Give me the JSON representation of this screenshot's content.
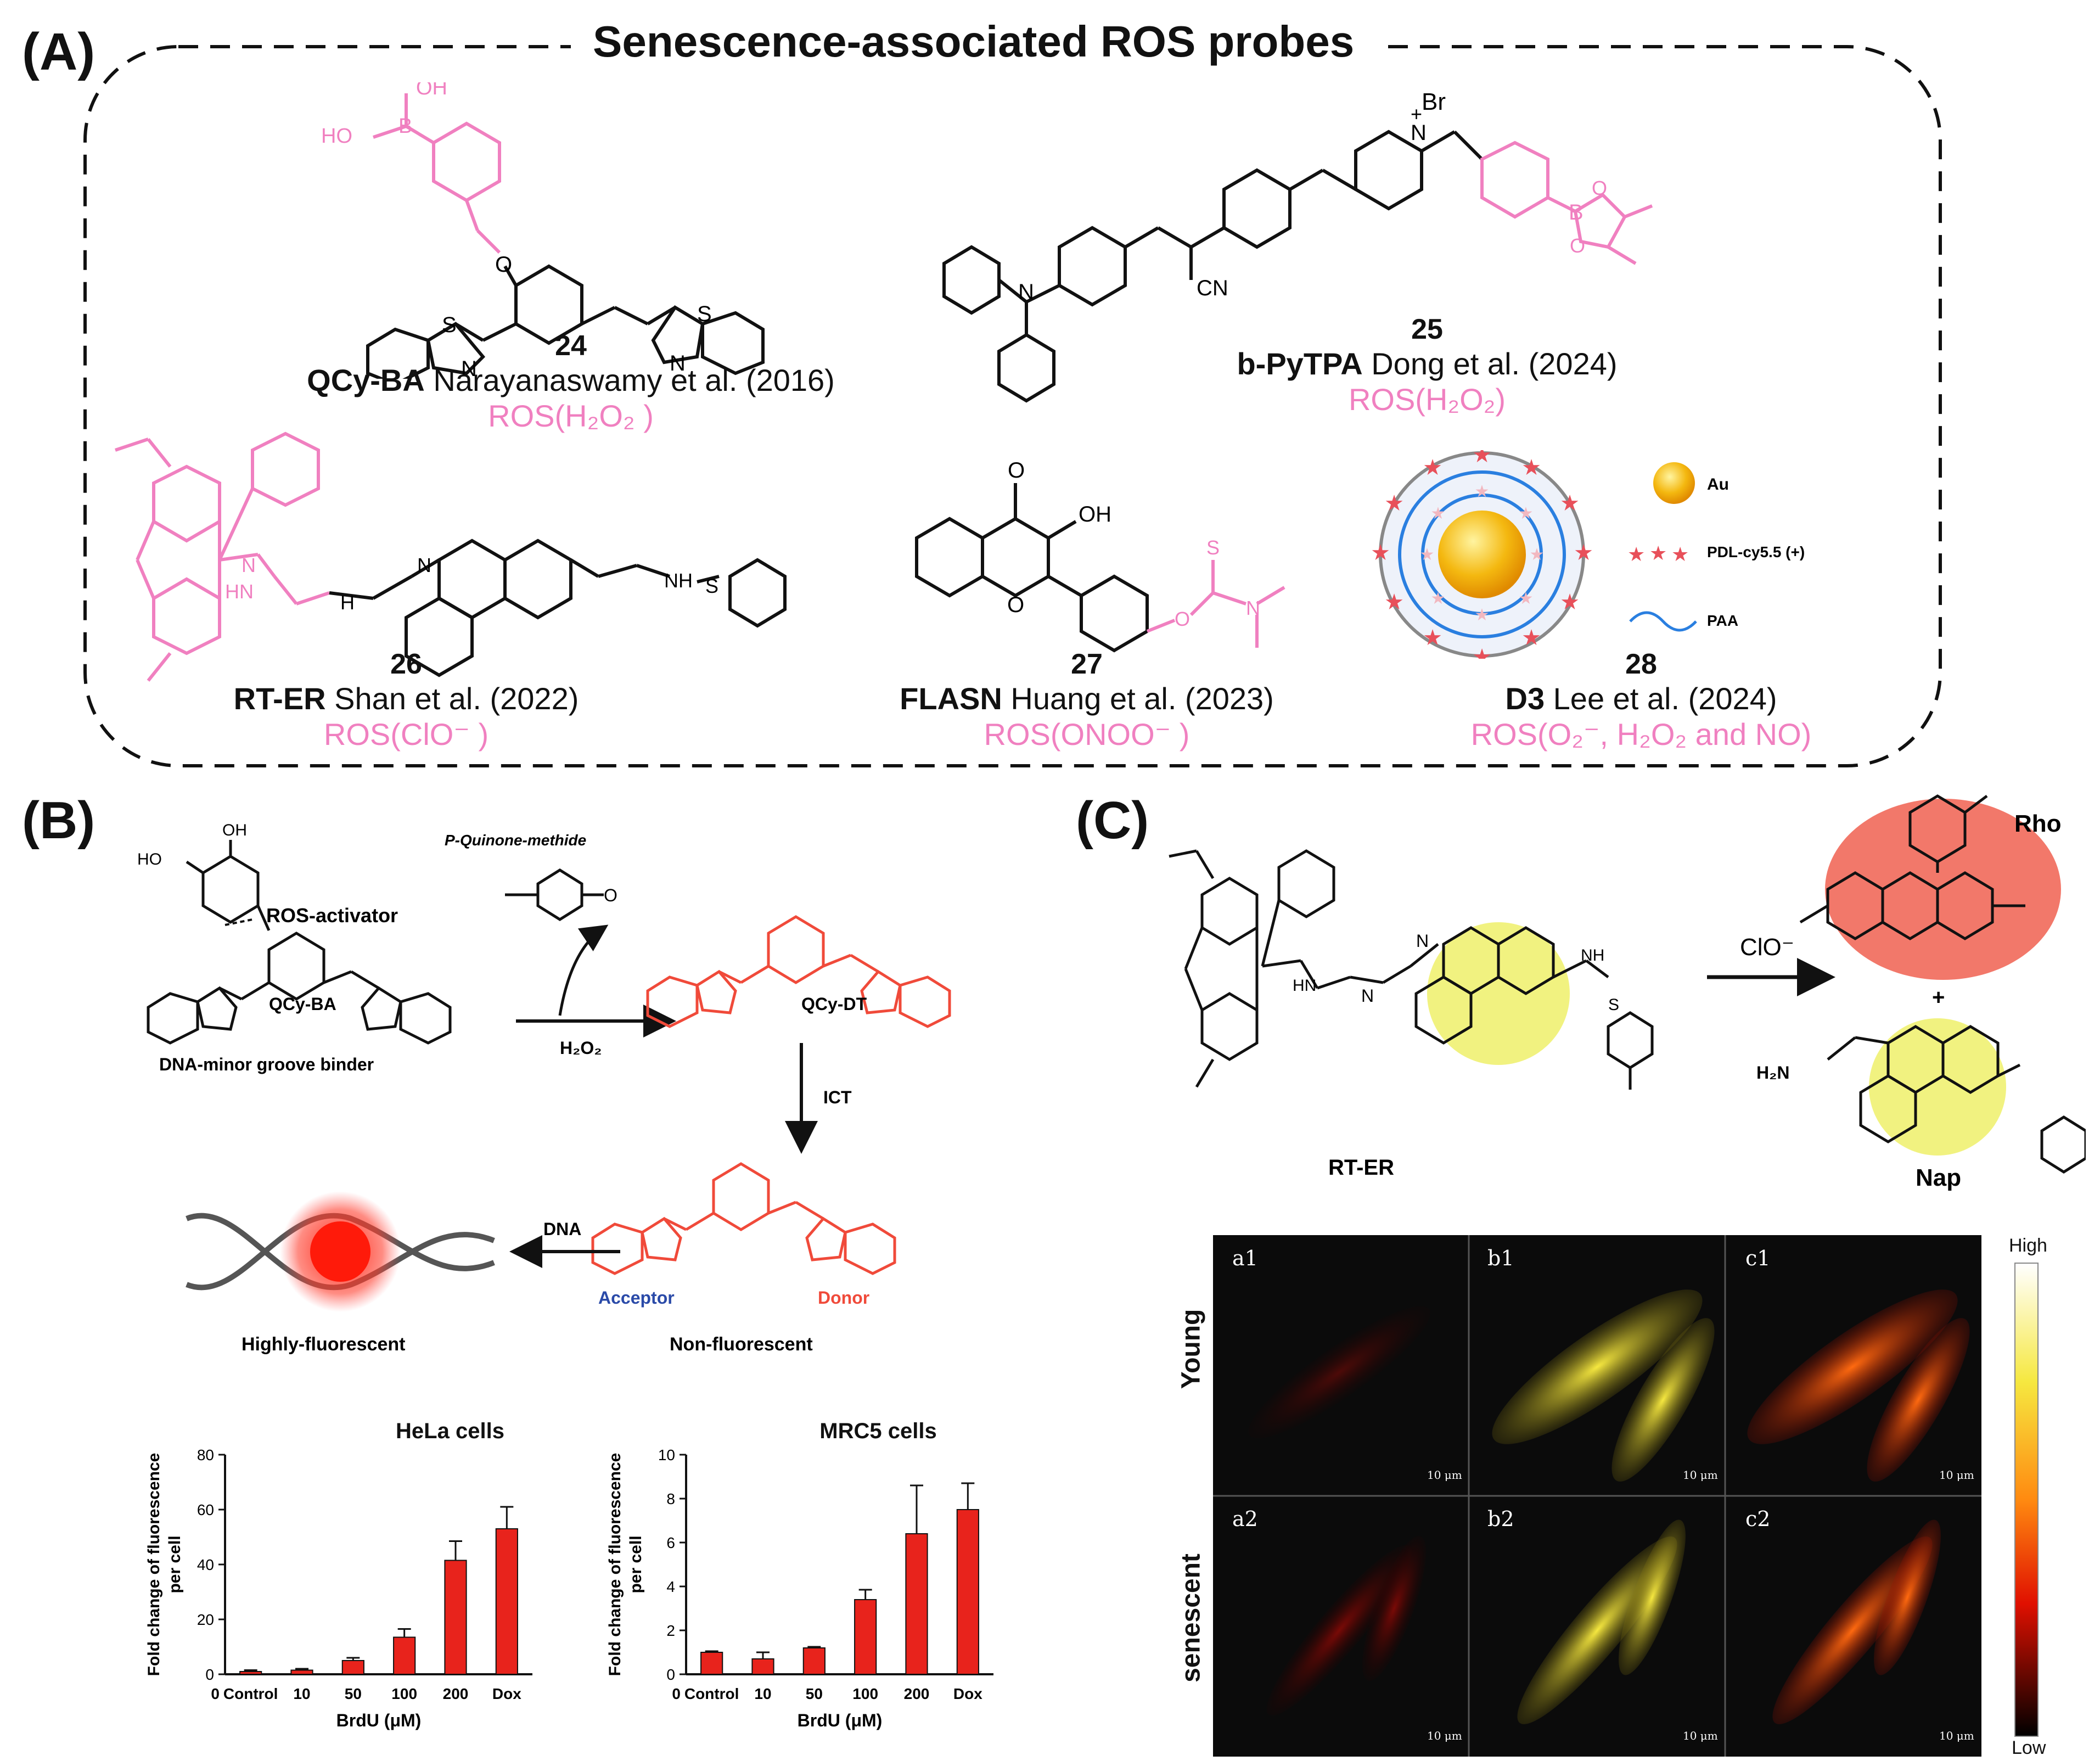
{
  "panels": {
    "a": "(A)",
    "b": "(B)",
    "c": "(C)"
  },
  "panel_a": {
    "title": "Senescence-associated ROS probes",
    "probes": [
      {
        "num": "24",
        "name": "QCy-BA",
        "ref": " Narayanaswamy et al. (2016)",
        "ros": "ROS(H₂O₂ )"
      },
      {
        "num": "25",
        "name": "b-PyTPA",
        "ref": " Dong et al. (2024)",
        "ros": "ROS(H₂O₂)"
      },
      {
        "num": "26",
        "name": "RT-ER",
        "ref": " Shan et al. (2022)",
        "ros": "ROS(ClO⁻ )"
      },
      {
        "num": "27",
        "name": "FLASN",
        "ref": " Huang et al. (2023)",
        "ros": "ROS(ONOO⁻ )"
      },
      {
        "num": "28",
        "name": "D3",
        "ref": " Lee et al. (2024)",
        "ros": "ROS(O₂⁻, H₂O₂ and NO)"
      }
    ],
    "atoms": {
      "oh": "OH",
      "ho": "HO",
      "b": "B",
      "o": "O",
      "s": "S",
      "n": "N",
      "plus": "+",
      "br": "Br",
      "minus": "−",
      "cn": "CN",
      "nh": "NH",
      "hn": "HN",
      "h": "H"
    },
    "legend": {
      "au": "Au",
      "pdl": "PDL-cy5.5 (+)",
      "paa": "PAA"
    }
  },
  "panel_b": {
    "labels": {
      "ros_activator": "ROS-activator",
      "quinone": "P-Quinone-methide",
      "qcyba": "QCy-BA",
      "qcydt": "QCy-DT",
      "dna_binder": "DNA-minor groove binder",
      "h2o2": "H₂O₂",
      "ict": "ICT",
      "dna": "DNA",
      "acceptor": "Acceptor",
      "donor": "Donor",
      "highly": "Highly-fluorescent",
      "non": "Non-fluorescent"
    }
  },
  "panel_c": {
    "labels": {
      "rtr": "RT-ER",
      "clo": "ClO⁻",
      "rho": "Rho",
      "nap": "Nap",
      "plus": "+",
      "h2n": "H₂N"
    },
    "micro": {
      "rows": [
        "Young",
        "senescent"
      ],
      "cells": [
        "a1",
        "b1",
        "c1",
        "a2",
        "b2",
        "c2"
      ],
      "scale": "10 μm",
      "high": "High",
      "low": "Low"
    }
  },
  "chart_data": [
    {
      "type": "bar",
      "title": "HeLa cells",
      "xlabel": "BrdU (μM)",
      "ylabel": "Fold change of fluorescence per cell",
      "zero_label": "0",
      "categories": [
        "Control",
        "10",
        "50",
        "100",
        "200",
        "Dox"
      ],
      "values": [
        1,
        1.5,
        5,
        13.5,
        41.5,
        53
      ],
      "errors": [
        0.5,
        0.5,
        1,
        3,
        7,
        8
      ],
      "ylim": [
        0,
        80
      ],
      "yticks": [
        0,
        20,
        40,
        60,
        80
      ],
      "color": "#e8231c"
    },
    {
      "type": "bar",
      "title": "MRC5 cells",
      "xlabel": "BrdU (μM)",
      "ylabel": "Fold change of fluorescence per cell",
      "zero_label": "0",
      "categories": [
        "Control",
        "10",
        "50",
        "100",
        "200",
        "Dox"
      ],
      "values": [
        1,
        0.7,
        1.2,
        3.4,
        6.4,
        7.5
      ],
      "errors": [
        0.05,
        0.3,
        0.05,
        0.45,
        2.2,
        1.2
      ],
      "ylim": [
        0,
        10
      ],
      "yticks": [
        0,
        2,
        4,
        6,
        8,
        10
      ],
      "color": "#e8231c"
    }
  ]
}
